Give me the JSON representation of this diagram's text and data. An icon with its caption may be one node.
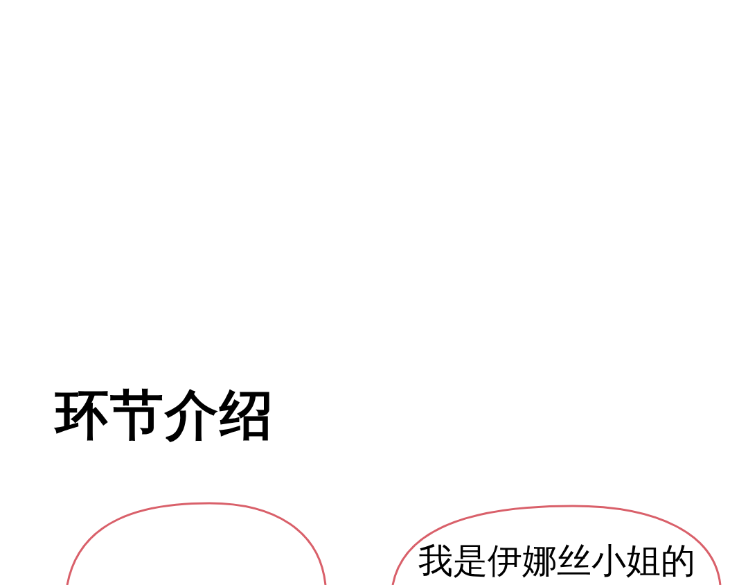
{
  "diagram": {
    "title": "环节介绍",
    "nodes": [
      {
        "text": [],
        "shape": "circle"
      },
      {
        "text": [
          "我是伊娜丝小姐的"
        ]
      }
    ]
  }
}
